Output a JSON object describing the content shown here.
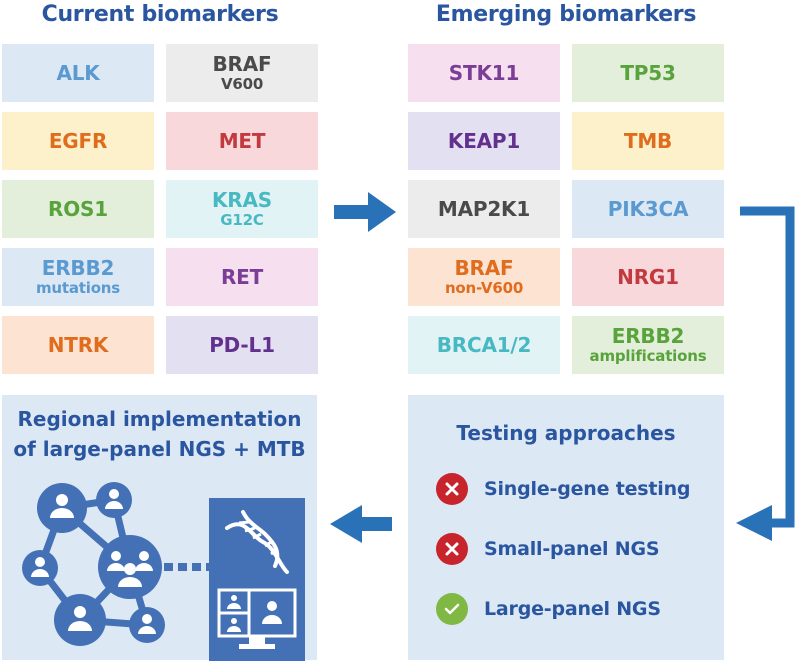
{
  "colors": {
    "heading": "#2a56a0",
    "arrow": "#2a72b8",
    "icon_fill": "#4470b6",
    "panel_bg": "#dde8f5",
    "x_icon": "#c8242c",
    "check_icon": "#7fb843"
  },
  "current": {
    "title": "Current biomarkers",
    "items": [
      {
        "label": "ALK",
        "sub": "",
        "bg": "#dde8f5",
        "fg": "#5a9ad0"
      },
      {
        "label": "BRAF",
        "sub": "V600",
        "bg": "#ececec",
        "fg": "#4a4a4a"
      },
      {
        "label": "EGFR",
        "sub": "",
        "bg": "#fdf1cc",
        "fg": "#e06d1e"
      },
      {
        "label": "MET",
        "sub": "",
        "bg": "#f9d8dc",
        "fg": "#c13a3f"
      },
      {
        "label": "ROS1",
        "sub": "",
        "bg": "#e3efdb",
        "fg": "#58a33b"
      },
      {
        "label": "KRAS",
        "sub": "G12C",
        "bg": "#e2f3f5",
        "fg": "#48b9c3"
      },
      {
        "label": "ERBB2",
        "sub": "mutations",
        "bg": "#dde8f5",
        "fg": "#5a9ad0"
      },
      {
        "label": "RET",
        "sub": "",
        "bg": "#f6e0ef",
        "fg": "#7a3e96"
      },
      {
        "label": "NTRK",
        "sub": "",
        "bg": "#fde3d2",
        "fg": "#e06d1e"
      },
      {
        "label": "PD-L1",
        "sub": "",
        "bg": "#e3e0f1",
        "fg": "#63308e"
      }
    ]
  },
  "emerging": {
    "title": "Emerging biomarkers",
    "items": [
      {
        "label": "STK11",
        "sub": "",
        "bg": "#f6e0ef",
        "fg": "#7a3e96"
      },
      {
        "label": "TP53",
        "sub": "",
        "bg": "#e3efdb",
        "fg": "#58a33b"
      },
      {
        "label": "KEAP1",
        "sub": "",
        "bg": "#e3e0f1",
        "fg": "#63308e"
      },
      {
        "label": "TMB",
        "sub": "",
        "bg": "#fdf1cc",
        "fg": "#e06d1e"
      },
      {
        "label": "MAP2K1",
        "sub": "",
        "bg": "#ececec",
        "fg": "#4a4a4a"
      },
      {
        "label": "PIK3CA",
        "sub": "",
        "bg": "#dde8f5",
        "fg": "#5a9ad0"
      },
      {
        "label": "BRAF",
        "sub": "non-V600",
        "bg": "#fde3d2",
        "fg": "#e06d1e"
      },
      {
        "label": "NRG1",
        "sub": "",
        "bg": "#f9d8dc",
        "fg": "#c13a3f"
      },
      {
        "label": "BRCA1/2",
        "sub": "",
        "bg": "#e2f3f5",
        "fg": "#48b9c3"
      },
      {
        "label": "ERBB2",
        "sub": "amplifications",
        "bg": "#e3efdb",
        "fg": "#58a33b"
      }
    ]
  },
  "testing": {
    "title": "Testing approaches",
    "items": [
      {
        "label": "Single-gene testing",
        "status": "x-icon"
      },
      {
        "label": "Small-panel NGS",
        "status": "x-icon"
      },
      {
        "label": "Large-panel NGS",
        "status": "check-icon"
      }
    ]
  },
  "regional": {
    "title_line1": "Regional implementation",
    "title_line2": "of large-panel NGS + MTB",
    "icons": [
      "network-of-people-icon",
      "dna-icon",
      "video-conference-monitor-icon"
    ]
  }
}
